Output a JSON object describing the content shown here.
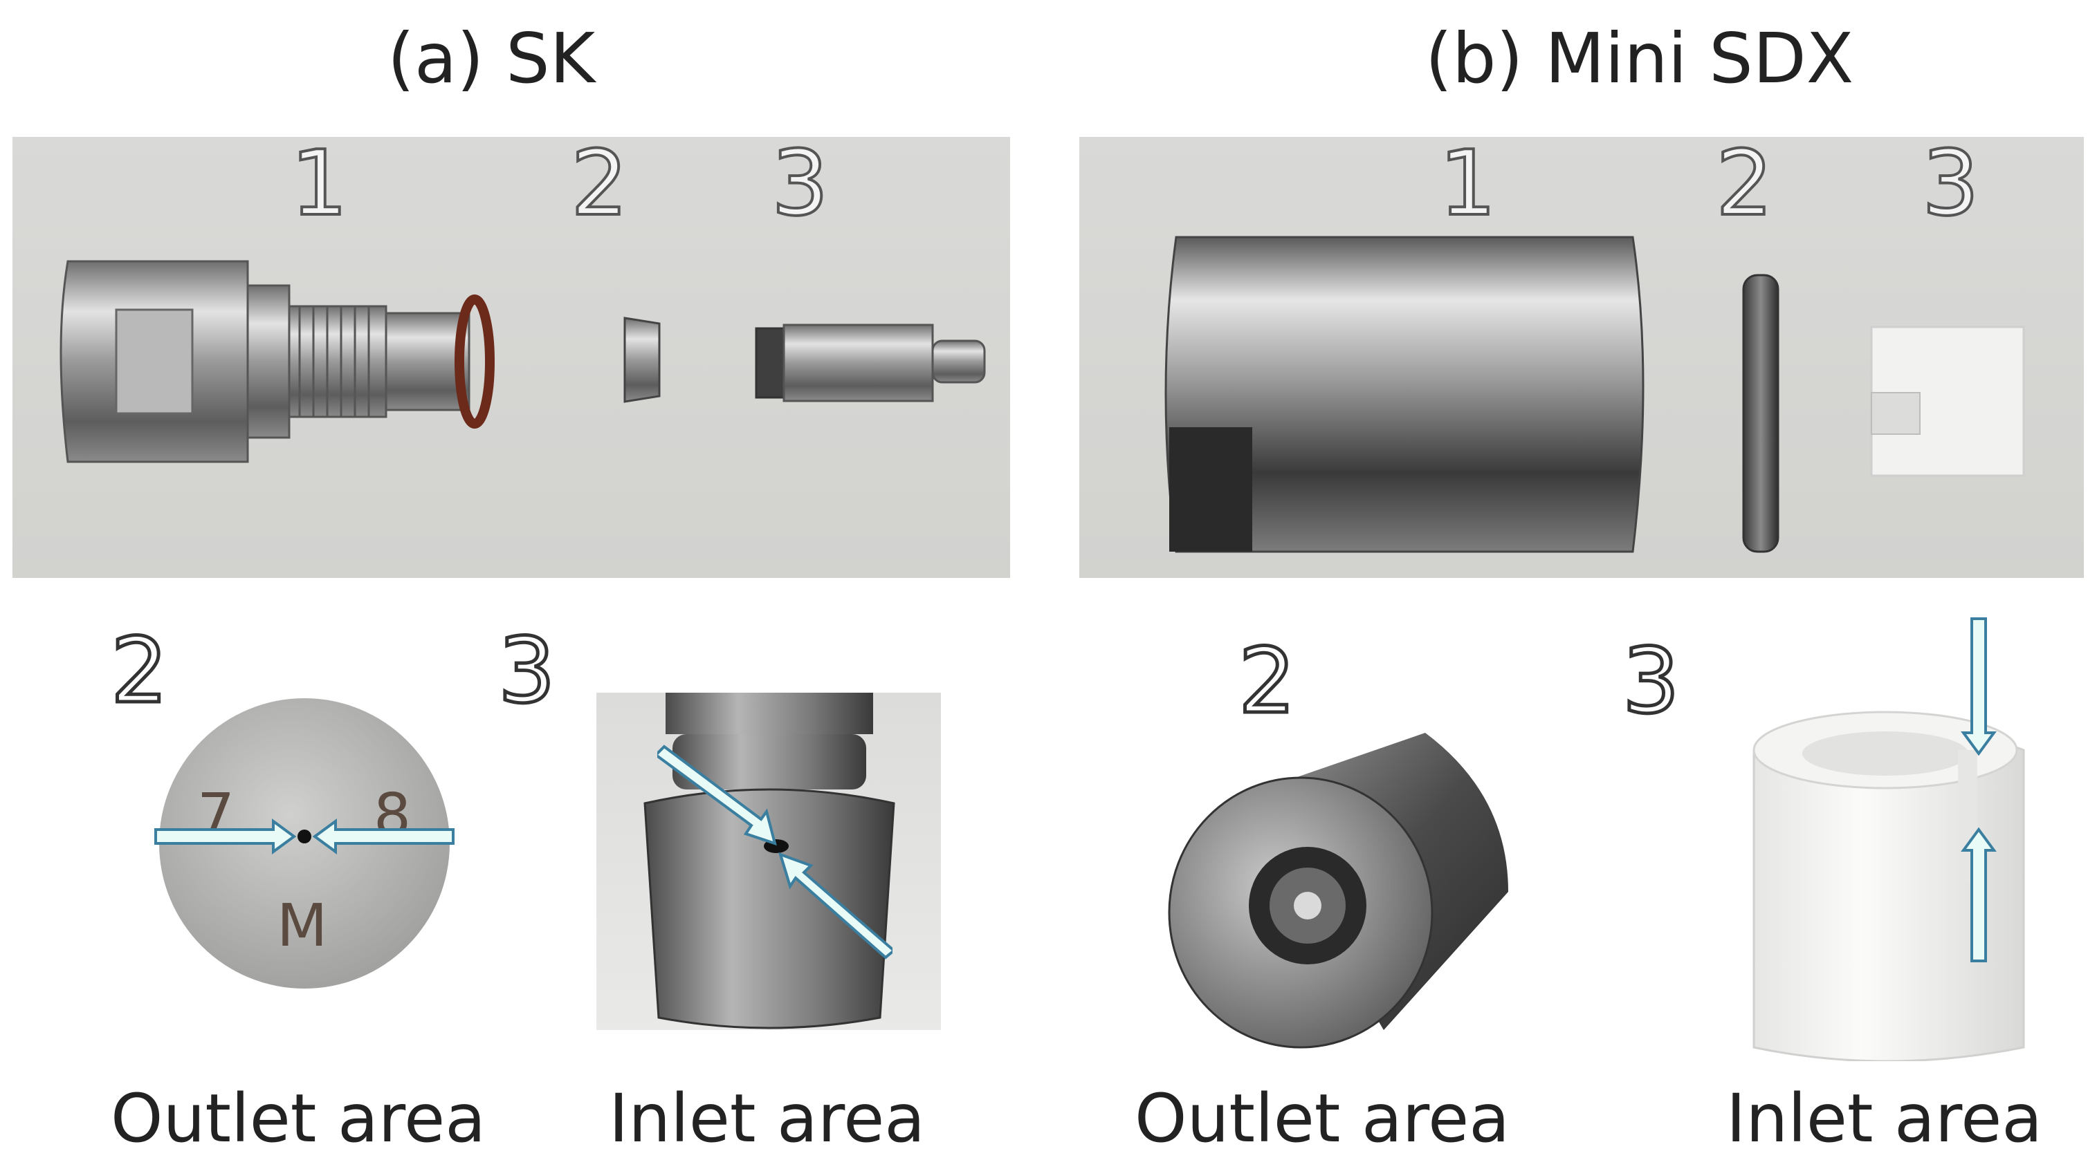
{
  "panels": [
    {
      "title": "(a) SK",
      "top_labels": [
        "1",
        "2",
        "3"
      ],
      "detail_labels": [
        "2",
        "3"
      ],
      "outlet_marks": [
        "7",
        "8",
        "M"
      ],
      "captions": [
        "Outlet area",
        "Inlet area"
      ]
    },
    {
      "title": "(b) Mini SDX",
      "top_labels": [
        "1",
        "2",
        "3"
      ],
      "detail_labels": [
        "2",
        "3"
      ],
      "captions": [
        "Outlet area",
        "Inlet area"
      ]
    }
  ],
  "colors": {
    "arrow_fill": "#e8fbf6",
    "arrow_stroke": "#3a7ea0",
    "photo_bg": "#d6d6d3",
    "metal": "#a8a8a8",
    "white_part": "#f2f2f0"
  }
}
